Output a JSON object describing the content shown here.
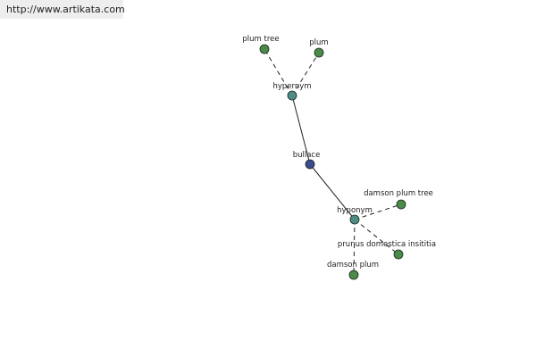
{
  "site": {
    "url": "http://www.artikata.com"
  },
  "colors": {
    "center_node": "#3b4a8f",
    "relation_node": "#4e8c84",
    "leaf_node": "#4a8a4a",
    "node_stroke": "#1a2a1a",
    "edge": "#222222",
    "url_bar_background": "#eeeeee"
  },
  "graph": {
    "center": {
      "id": "bullace",
      "label": "bullace"
    },
    "relations": [
      {
        "id": "hypernym",
        "label": "hypernym",
        "terms": [
          {
            "id": "plum-tree",
            "label": "plum tree"
          },
          {
            "id": "plum",
            "label": "plum"
          }
        ]
      },
      {
        "id": "hyponym",
        "label": "hyponym",
        "terms": [
          {
            "id": "damson-plum-tree",
            "label": "damson plum tree"
          },
          {
            "id": "prunus-domestica-insititia",
            "label": "prunus domestica insititia"
          },
          {
            "id": "damson-plum",
            "label": "damson plum"
          }
        ]
      }
    ]
  }
}
